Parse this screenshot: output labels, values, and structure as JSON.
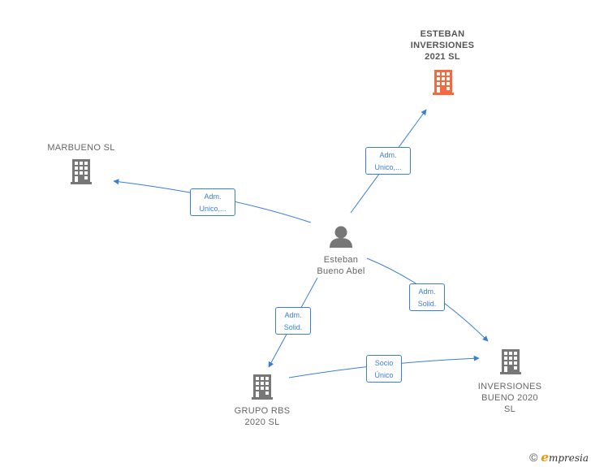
{
  "colors": {
    "edge": "#3a7fd5",
    "building_default": "#777777",
    "building_highlight": "#f26a3d",
    "person": "#777777"
  },
  "nodes": {
    "esteban_inversiones": {
      "label": "ESTEBAN\nINVERSIONES\n2021  SL",
      "icon": "building-icon"
    },
    "marbueno": {
      "label": "MARBUENO SL",
      "icon": "building-icon"
    },
    "person": {
      "label": "Esteban\nBueno Abel",
      "icon": "person-icon"
    },
    "grupo_rbs": {
      "label": "GRUPO RBS\n2020  SL",
      "icon": "building-icon"
    },
    "inversiones_bueno": {
      "label": "INVERSIONES\nBUENO 2020\nSL",
      "icon": "building-icon"
    }
  },
  "edges": {
    "to_esteban_inversiones": {
      "label": "Adm.\nUnico,..."
    },
    "to_marbueno": {
      "label": "Adm.\nUnico,..."
    },
    "to_inversiones_bueno": {
      "label": "Adm.\nSolid."
    },
    "to_grupo_rbs": {
      "label": "Adm.\nSolid."
    },
    "grupo_to_inversiones": {
      "label": "Socio\nÚnico"
    }
  },
  "brand": {
    "copyright": "©",
    "e": "e",
    "name": "mpresia"
  }
}
